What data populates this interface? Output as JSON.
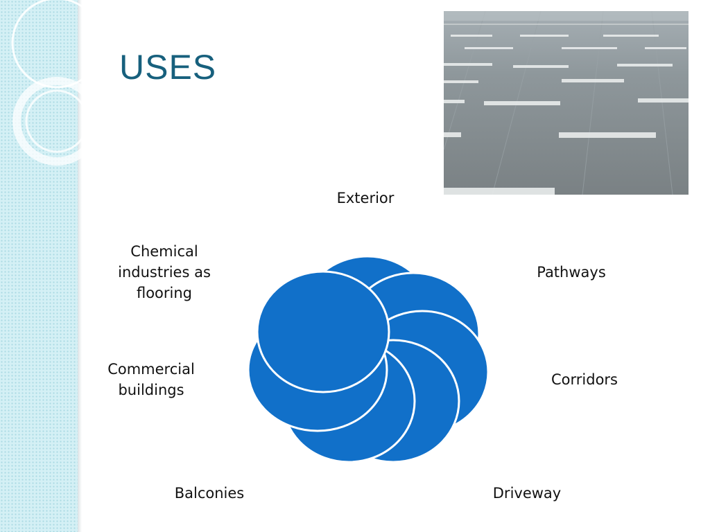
{
  "slide": {
    "title": "USES",
    "accent_color": "#17607d",
    "petal_color": "#1170c9"
  },
  "photo": {
    "icon": "floor-photo-icon"
  },
  "cycle": {
    "items": [
      {
        "label": "Exterior"
      },
      {
        "label": "Pathways"
      },
      {
        "label": "Corridors"
      },
      {
        "label": "Driveway"
      },
      {
        "label": "Balconies"
      },
      {
        "label": "Commercial buildings"
      },
      {
        "label": "Chemical industries as flooring"
      }
    ]
  }
}
